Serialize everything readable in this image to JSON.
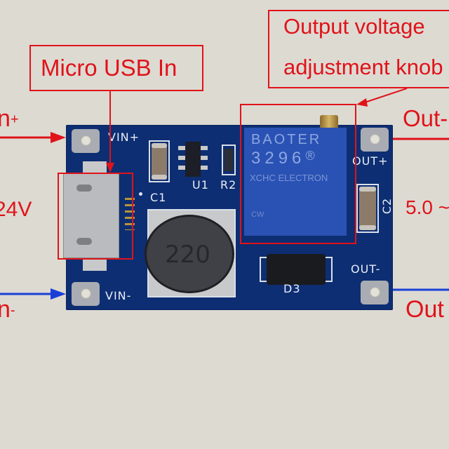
{
  "callouts": {
    "micro_usb": "Micro USB In",
    "knob_line1": "Output voltage",
    "knob_line2": "adjustment knob"
  },
  "left_labels": {
    "vin_plus": "n",
    "vin_plus_sign": "+",
    "voltage": "24V",
    "vin_minus": "n",
    "vin_minus_sign": "-"
  },
  "right_labels": {
    "out_plus": "Out-",
    "voltage": "5.0 ~",
    "out_minus": "Out"
  },
  "silkscreen": {
    "vin_plus": "VIN+",
    "vin_minus": "VIN-",
    "out_plus": "OUT+",
    "out_minus": "OUT-",
    "c1": "C1",
    "c2": "C2",
    "u1": "U1",
    "r2": "R2",
    "d3": "D3",
    "inductor": "220"
  },
  "potentiometer": {
    "brand": "BAOTER",
    "model": "3296",
    "reg_mark": "®",
    "maker": "XCHC ELECTRON",
    "direction": "CW"
  },
  "colors": {
    "annotation_red": "#e0131a",
    "negative_blue": "#1a3fd8",
    "pcb_blue": "#0d2e72",
    "background": "#dddad2"
  }
}
